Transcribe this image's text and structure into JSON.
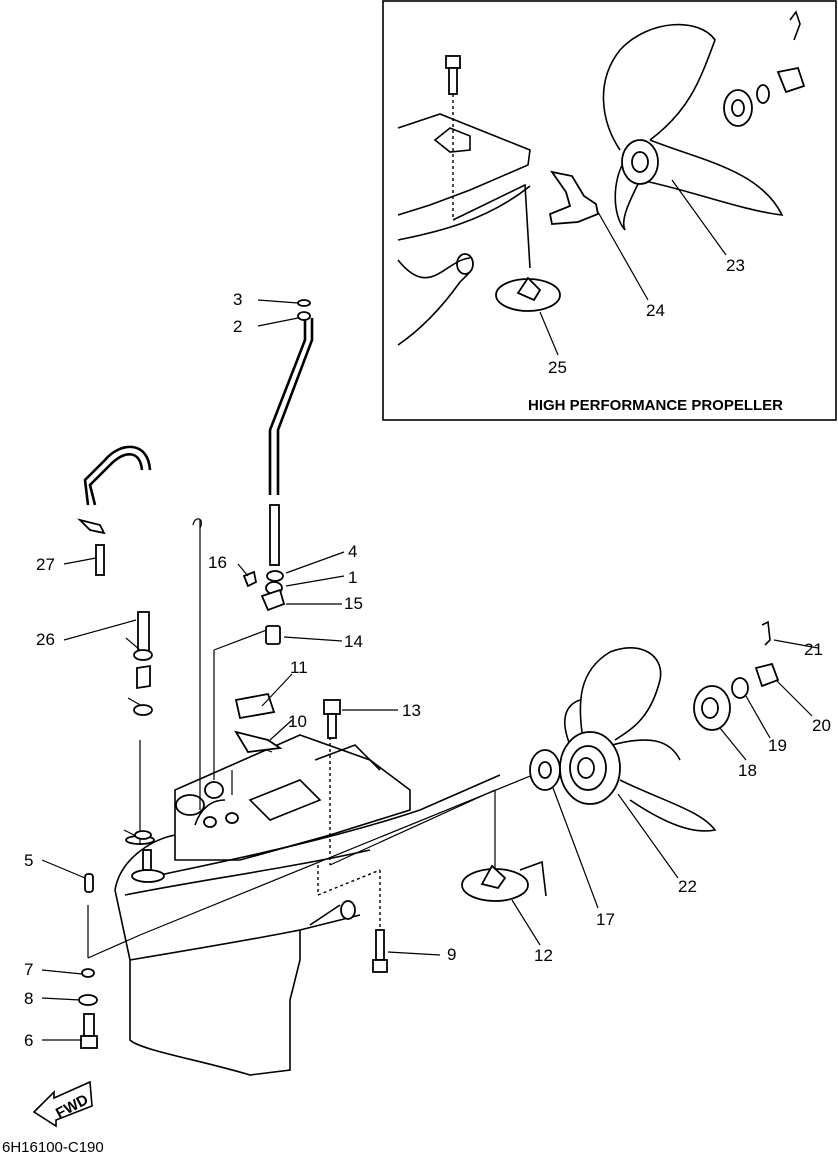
{
  "diagram": {
    "code": "6H16100-C190",
    "inset_caption": "HIGH PERFORMANCE PROPELLER",
    "fwd_label": "FWD",
    "callouts": [
      {
        "id": "c1",
        "text": "1"
      },
      {
        "id": "c2",
        "text": "2"
      },
      {
        "id": "c3",
        "text": "3"
      },
      {
        "id": "c4",
        "text": "4"
      },
      {
        "id": "c5",
        "text": "5"
      },
      {
        "id": "c6",
        "text": "6"
      },
      {
        "id": "c7",
        "text": "7"
      },
      {
        "id": "c8",
        "text": "8"
      },
      {
        "id": "c9",
        "text": "9"
      },
      {
        "id": "c10",
        "text": "10"
      },
      {
        "id": "c11",
        "text": "11"
      },
      {
        "id": "c12",
        "text": "12"
      },
      {
        "id": "c13",
        "text": "13"
      },
      {
        "id": "c14",
        "text": "14"
      },
      {
        "id": "c15",
        "text": "15"
      },
      {
        "id": "c16",
        "text": "16"
      },
      {
        "id": "c17",
        "text": "17"
      },
      {
        "id": "c18",
        "text": "18"
      },
      {
        "id": "c19",
        "text": "19"
      },
      {
        "id": "c20",
        "text": "20"
      },
      {
        "id": "c21",
        "text": "21"
      },
      {
        "id": "c22",
        "text": "22"
      },
      {
        "id": "c23",
        "text": "23"
      },
      {
        "id": "c24",
        "text": "24"
      },
      {
        "id": "c25",
        "text": "25"
      },
      {
        "id": "c26",
        "text": "26"
      },
      {
        "id": "c27",
        "text": "27"
      }
    ]
  }
}
